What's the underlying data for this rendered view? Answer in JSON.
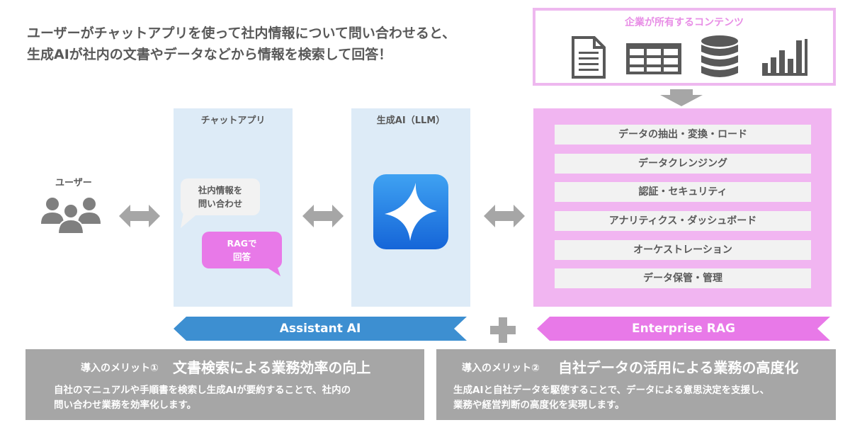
{
  "headline": {
    "line1": "ユーザーがチャットアプリを使って社内情報について問い合わせると、",
    "line2": "生成AIが社内の文書やデータなどから情報を検索して回答！"
  },
  "contents": {
    "title": "企業が所有するコンテンツ",
    "icons": [
      "document-icon",
      "table-icon",
      "database-icon",
      "bar-chart-icon"
    ]
  },
  "user": {
    "label": "ユーザー"
  },
  "chat_app": {
    "title": "チャットアプリ",
    "question_line1": "社内情報を",
    "question_line2": "問い合わせ",
    "answer_line1": "RAGで",
    "answer_line2": "回答"
  },
  "llm": {
    "title": "生成AI（LLM）"
  },
  "enterprise": {
    "items": [
      "データの抽出・変換・ロード",
      "データクレンジング",
      "認証・セキュリティ",
      "アナリティクス・ダッシュボード",
      "オーケストレーション",
      "データ保管・管理"
    ]
  },
  "banners": {
    "assistant": "Assistant AI",
    "rag": "Enterprise RAG"
  },
  "merits": [
    {
      "label": "導入のメリット①",
      "title": "文書検索による業務効率の向上",
      "body_line1": "自社のマニュアルや手順書を検索し生成AIが要約することで、社内の",
      "body_line2": "問い合わせ業務を効率化します。"
    },
    {
      "label": "導入のメリット②",
      "title": "自社データの活用による業務の高度化",
      "body_line1": "生成AIと自社データを駆使することで、データによる意思決定を支援し、",
      "body_line2": "業務や経営判断の高度化を実現します。"
    }
  ],
  "colors": {
    "pink": "#e879e8",
    "light_pink": "#f1b5f1",
    "blue": "#3d8fd1",
    "light_blue": "#ddebf7",
    "gray": "#a6a6a6"
  }
}
